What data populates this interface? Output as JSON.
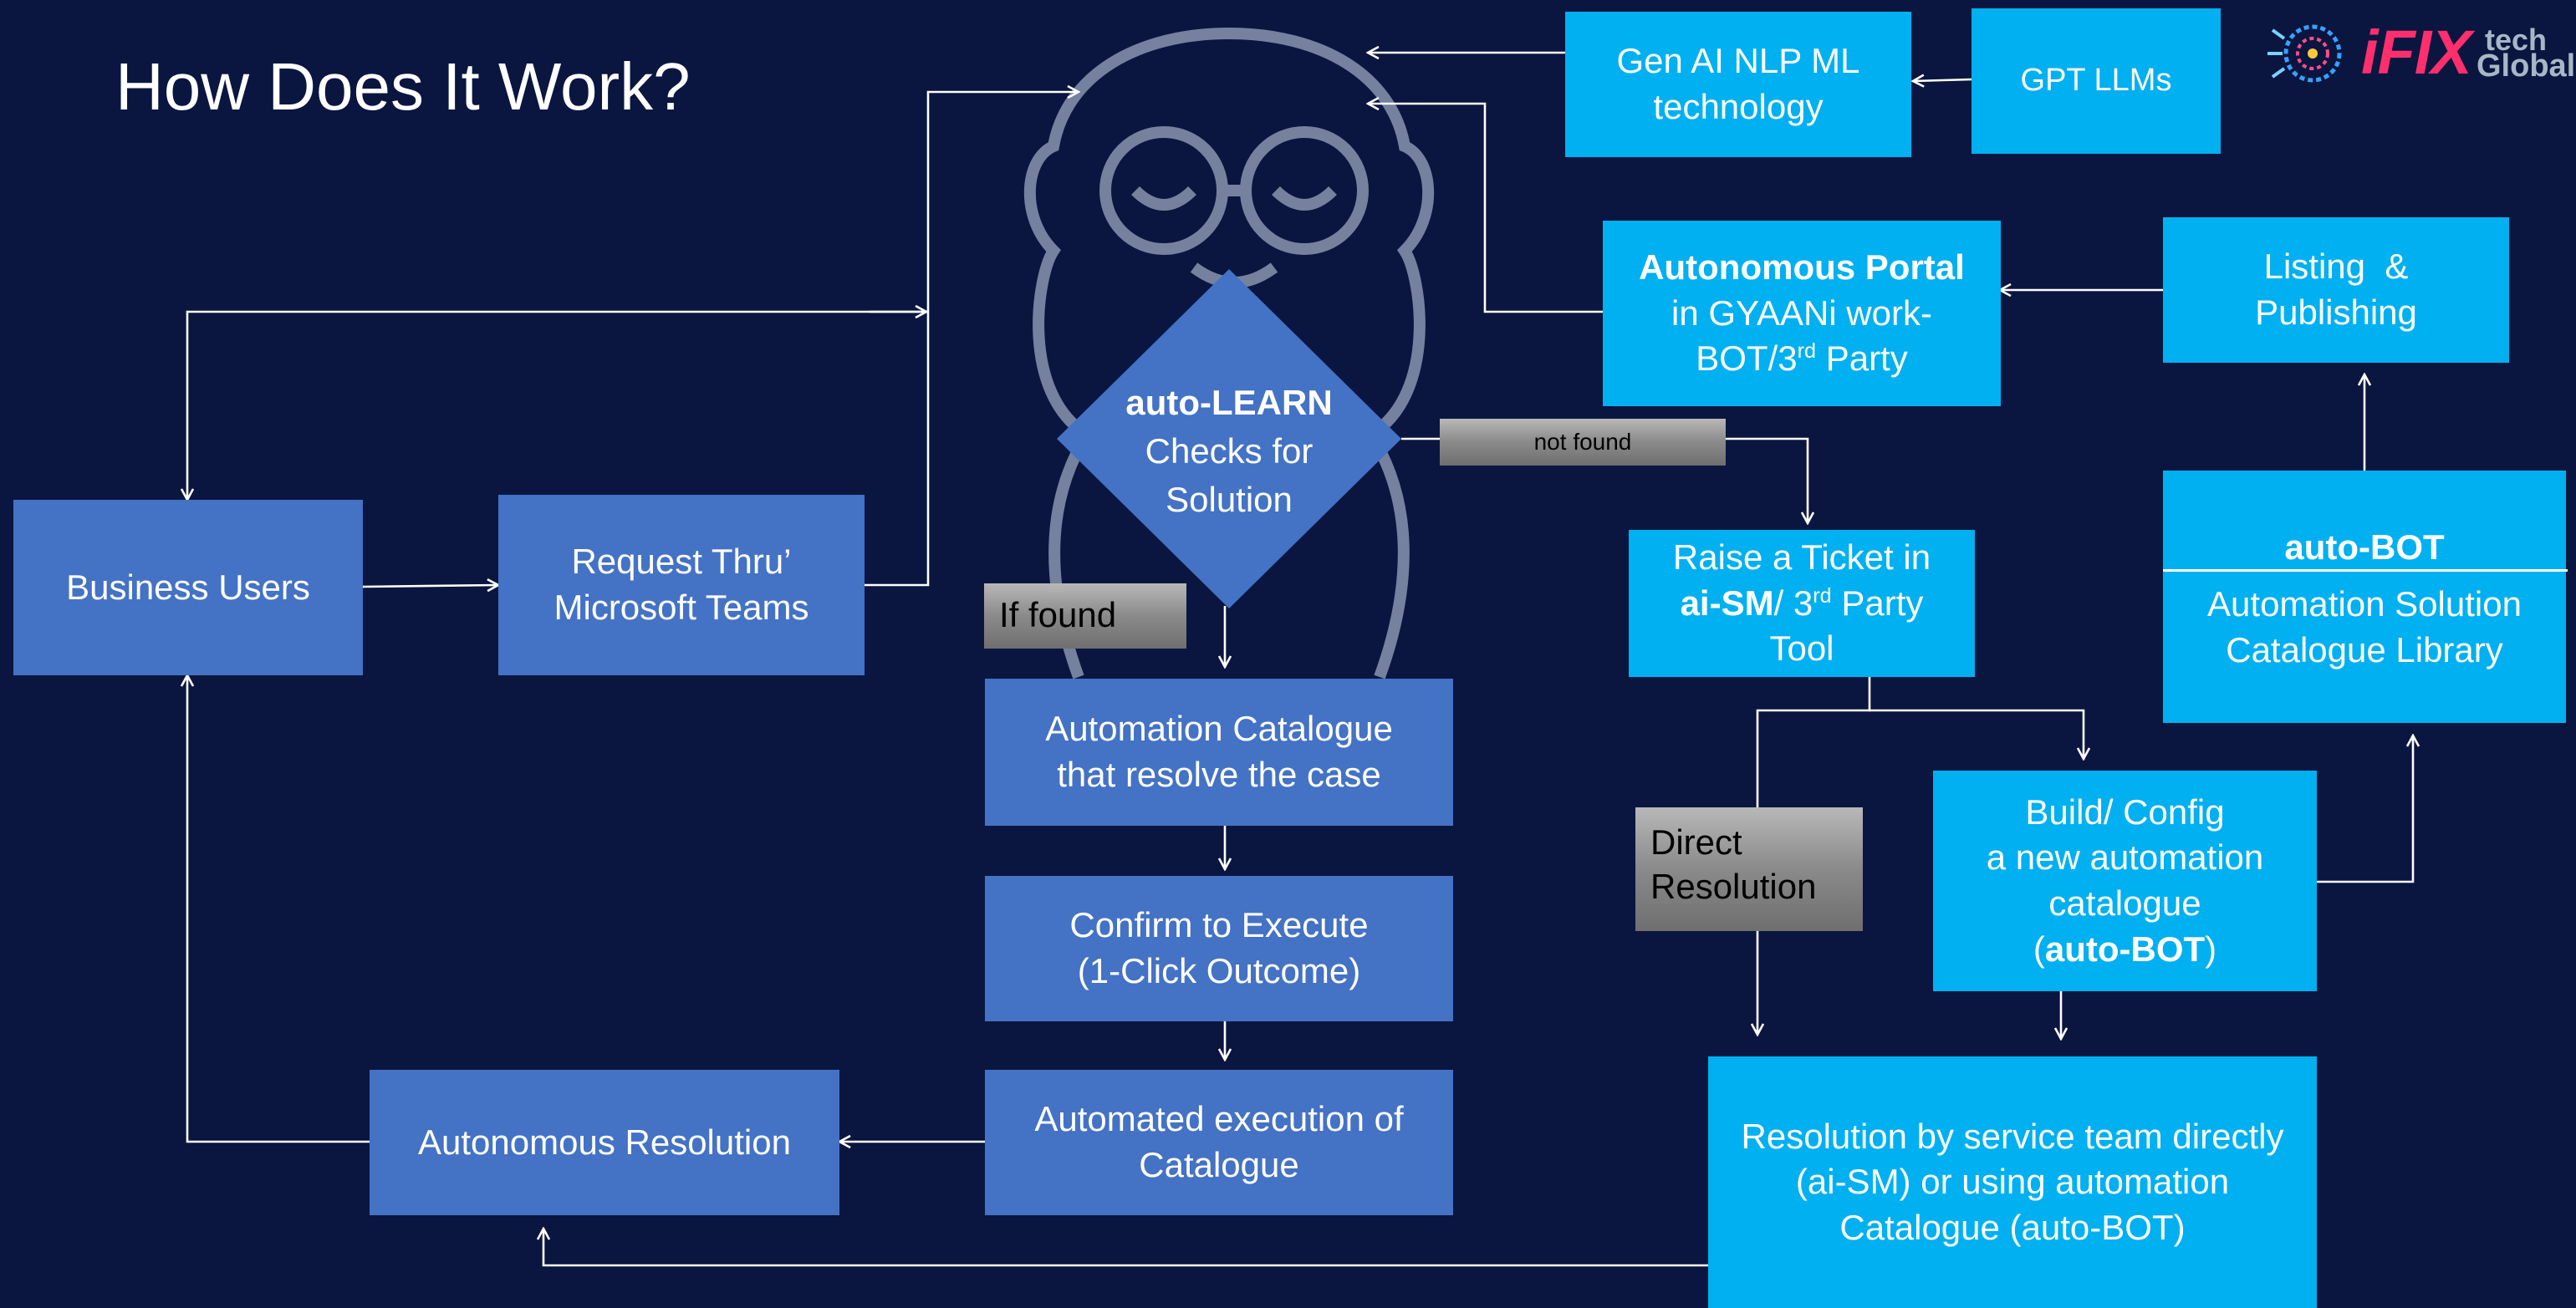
{
  "title": "How Does It Work?",
  "logo": {
    "brand": "iFIX",
    "tech": "tech",
    "global": "Global"
  },
  "nodes": {
    "business_users": "Business Users",
    "request_l1": "Request Thru’",
    "request_l2": "Microsoft Teams",
    "autolearn_bold": "auto-LEARN",
    "autolearn_l2": "Checks for",
    "autolearn_l3": "Solution",
    "not_found": "not found",
    "if_found": "If found",
    "catalogue_l1": "Automation Catalogue",
    "catalogue_l2": "that resolve the case",
    "confirm_l1": "Confirm to Execute",
    "confirm_l2": "(1-Click Outcome)",
    "automated_l1": "Automated execution of",
    "automated_l2": "Catalogue",
    "auto_resolution": "Autonomous Resolution",
    "gen_ai_l1": "Gen AI NLP ML",
    "gen_ai_l2": "technology",
    "gpt": "GPT LLMs",
    "portal_bold": "Autonomous Portal",
    "portal_l2": "in GYAANi work-",
    "portal_l3a": "BOT/3",
    "portal_l3sup": "rd",
    "portal_l3b": " Party",
    "listing_l1": "Listing  &",
    "listing_l2": "Publishing",
    "ticket_l1": "Raise a Ticket in",
    "ticket_bold": "ai-SM",
    "ticket_l2a": "/ 3",
    "ticket_l2sup": "rd",
    "ticket_l2b": " Party",
    "ticket_l3": "Tool",
    "autobot_head": "auto-BOT",
    "autobot_l2": "Automation Solution",
    "autobot_l3": "Catalogue Library",
    "direct_l1": "Direct",
    "direct_l2": "Resolution",
    "build_l1": "Build/ Config",
    "build_l2": "a new automation",
    "build_l3": "catalogue",
    "build_l4a": "(",
    "build_l4bold": "auto-BOT",
    "build_l4b": ")",
    "service_l1": "Resolution by service team directly",
    "service_l2": "(ai-SM) or using automation",
    "service_l3": "Catalogue (auto-BOT)"
  }
}
